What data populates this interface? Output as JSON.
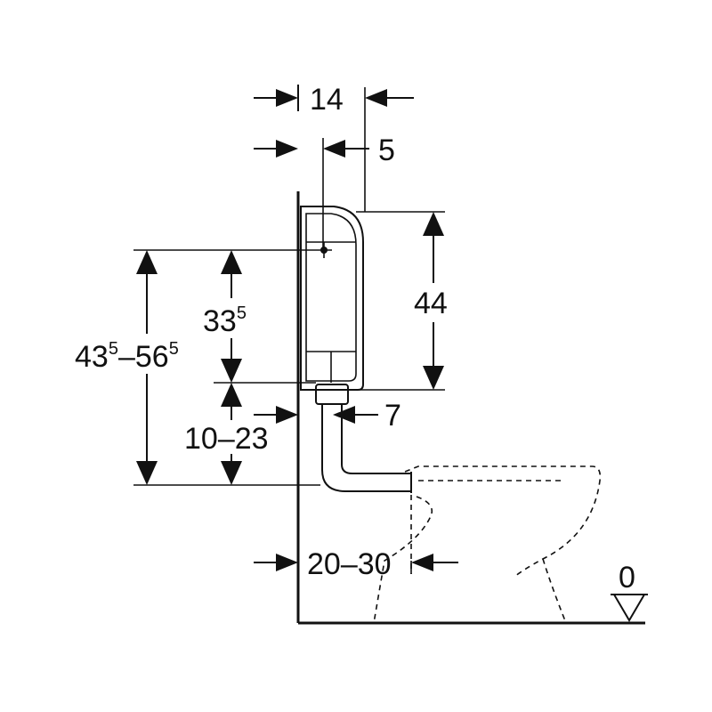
{
  "dimensions": {
    "top_width": "14",
    "inlet_offset": "5",
    "tank_height": "44",
    "flush_height_main": "33",
    "flush_height_sup": "5",
    "total_height_a": "43",
    "total_height_a_sup": "5",
    "total_height_dash": "–",
    "total_height_b": "56",
    "total_height_b_sup": "5",
    "pipe_drop": "10–23",
    "pipe_offset": "7",
    "bowl_distance": "20–30",
    "floor_level": "0"
  },
  "icons": {
    "floor_marker": "floor-level-triangle-icon"
  }
}
